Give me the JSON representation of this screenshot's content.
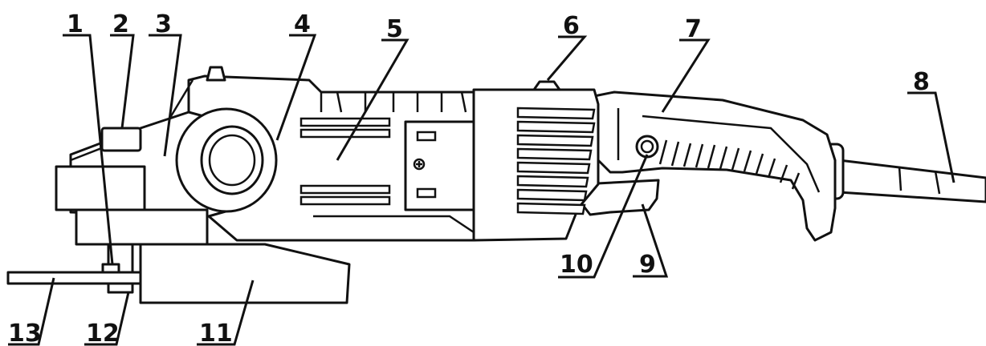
{
  "callouts": [
    {
      "id": "1",
      "label": "1"
    },
    {
      "id": "2",
      "label": "2"
    },
    {
      "id": "3",
      "label": "3"
    },
    {
      "id": "4",
      "label": "4"
    },
    {
      "id": "5",
      "label": "5"
    },
    {
      "id": "6",
      "label": "6"
    },
    {
      "id": "7",
      "label": "7"
    },
    {
      "id": "8",
      "label": "8"
    },
    {
      "id": "9",
      "label": "9"
    },
    {
      "id": "10",
      "label": "10"
    },
    {
      "id": "11",
      "label": "11"
    },
    {
      "id": "12",
      "label": "12"
    },
    {
      "id": "13",
      "label": "13"
    }
  ],
  "colors": {
    "line": "#111111",
    "background": "#ffffff"
  }
}
